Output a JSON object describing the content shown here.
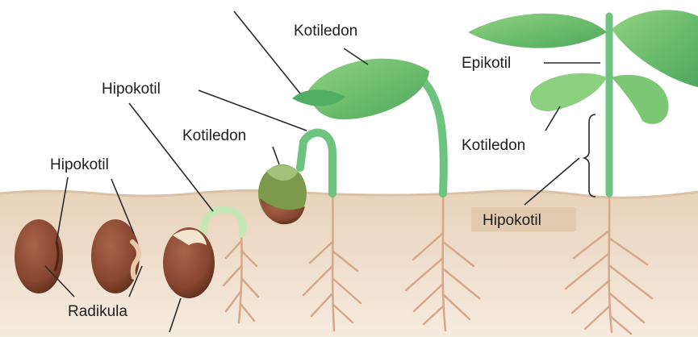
{
  "labels": {
    "kotiledon_top": "Kotiledon",
    "hipokotil_mid": "Hipokotil",
    "kotiledon_mid": "Kotiledon",
    "hipokotil_left": "Hipokotil",
    "radikula": "Radikula",
    "epikotil": "Epikotil",
    "kotiledon_right": "Kotiledon",
    "hipokotil_right": "Hipokotil"
  },
  "colors": {
    "sky": "#ffffff",
    "soil_top": "#ead5be",
    "soil_bottom": "#f4e6d6",
    "seed": "#8a4a30",
    "seed_dark": "#5f2f1b",
    "stem": "#6ec37e",
    "leaf": "#5fb86d",
    "leaf_light": "#8bd07f",
    "root": "#d6a788",
    "label_box": "#dec5a7",
    "leader_line": "#2a2a2a"
  }
}
